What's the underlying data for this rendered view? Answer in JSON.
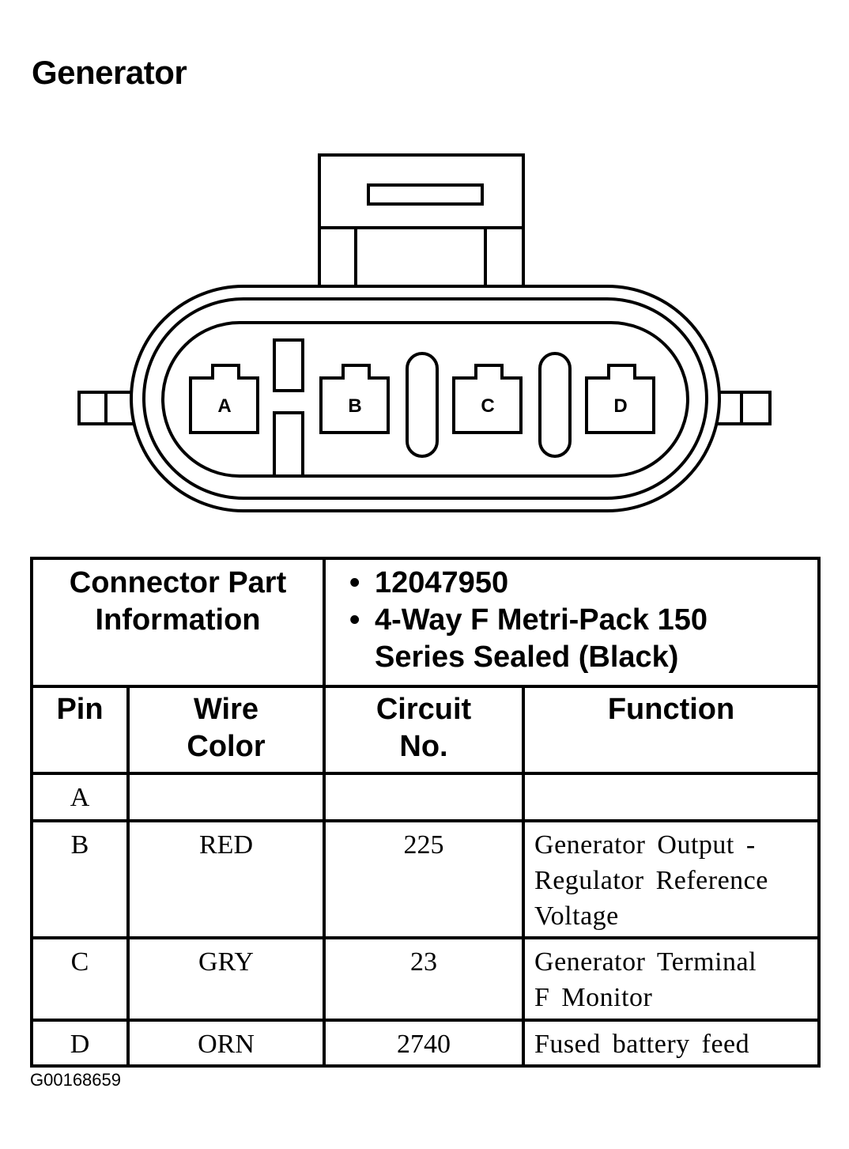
{
  "title": "Generator",
  "connector": {
    "pins": [
      "A",
      "B",
      "C",
      "D"
    ]
  },
  "table": {
    "info_label": [
      "Connector Part",
      "Information"
    ],
    "info_values": [
      {
        "bullet": "•",
        "lines": [
          "12047950"
        ]
      },
      {
        "bullet": "•",
        "lines": [
          "4-Way F Metri-Pack 150",
          "Series Sealed (Black)"
        ]
      }
    ],
    "columns": [
      {
        "lines": [
          "Pin"
        ]
      },
      {
        "lines": [
          "Wire",
          "Color"
        ]
      },
      {
        "lines": [
          "Circuit",
          "No."
        ]
      },
      {
        "lines": [
          "Function"
        ]
      }
    ],
    "rows": [
      {
        "pin": "A",
        "color": "",
        "circuit": "",
        "function": []
      },
      {
        "pin": "B",
        "color": "RED",
        "circuit": "225",
        "function": [
          "Generator Output -",
          "Regulator Reference",
          "Voltage"
        ]
      },
      {
        "pin": "C",
        "color": "GRY",
        "circuit": "23",
        "function": [
          "Generator Terminal",
          "F Monitor"
        ]
      },
      {
        "pin": "D",
        "color": "ORN",
        "circuit": "2740",
        "function": [
          "Fused battery feed"
        ]
      }
    ]
  },
  "footer_id": "G00168659"
}
